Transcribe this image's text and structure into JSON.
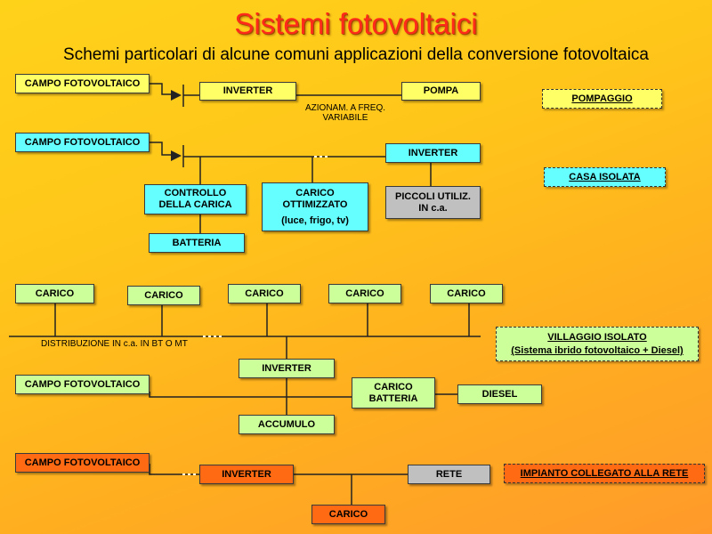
{
  "title": "Sistemi fotovoltaici",
  "subtitle": "Schemi particolari di alcune comuni applicazioni della conversione fotovoltaica",
  "s1": {
    "campo": "CAMPO FOTOVOLTAICO",
    "inverter": "INVERTER",
    "pompa": "POMPA",
    "note_line1": "AZIONAM. A FREQ.",
    "note_line2": "VARIABILE",
    "tag": "POMPAGGIO"
  },
  "s2": {
    "campo": "CAMPO FOTOVOLTAICO",
    "inverter": "INVERTER",
    "controllo_line1": "CONTROLLO",
    "controllo_line2": "DELLA CARICA",
    "batteria": "BATTERIA",
    "carico_line1": "CARICO",
    "carico_line2": "OTTIMIZZATO",
    "carico_line3": "(luce, frigo, tv)",
    "piccoli_line1": "PICCOLI UTILIZ.",
    "piccoli_line2": "IN c.a.",
    "tag": "CASA ISOLATA"
  },
  "s3": {
    "carichi": [
      "CARICO",
      "CARICO",
      "CARICO",
      "CARICO",
      "CARICO"
    ],
    "distribuzione": "DISTRIBUZIONE IN c.a. IN BT O MT",
    "inverter": "INVERTER",
    "campo": "CAMPO FOTOVOLTAICO",
    "carico_batteria_line1": "CARICO",
    "carico_batteria_line2": "BATTERIA",
    "diesel": "DIESEL",
    "accumulo": "ACCUMULO",
    "tag_line1": "VILLAGGIO ISOLATO",
    "tag_line2": "(Sistema ibrido fotovoltaico + Diesel)"
  },
  "s4": {
    "campo": "CAMPO FOTOVOLTAICO",
    "inverter": "INVERTER",
    "rete": "RETE",
    "carico": "CARICO",
    "tag": "IMPIANTO COLLEGATO ALLA RETE"
  }
}
